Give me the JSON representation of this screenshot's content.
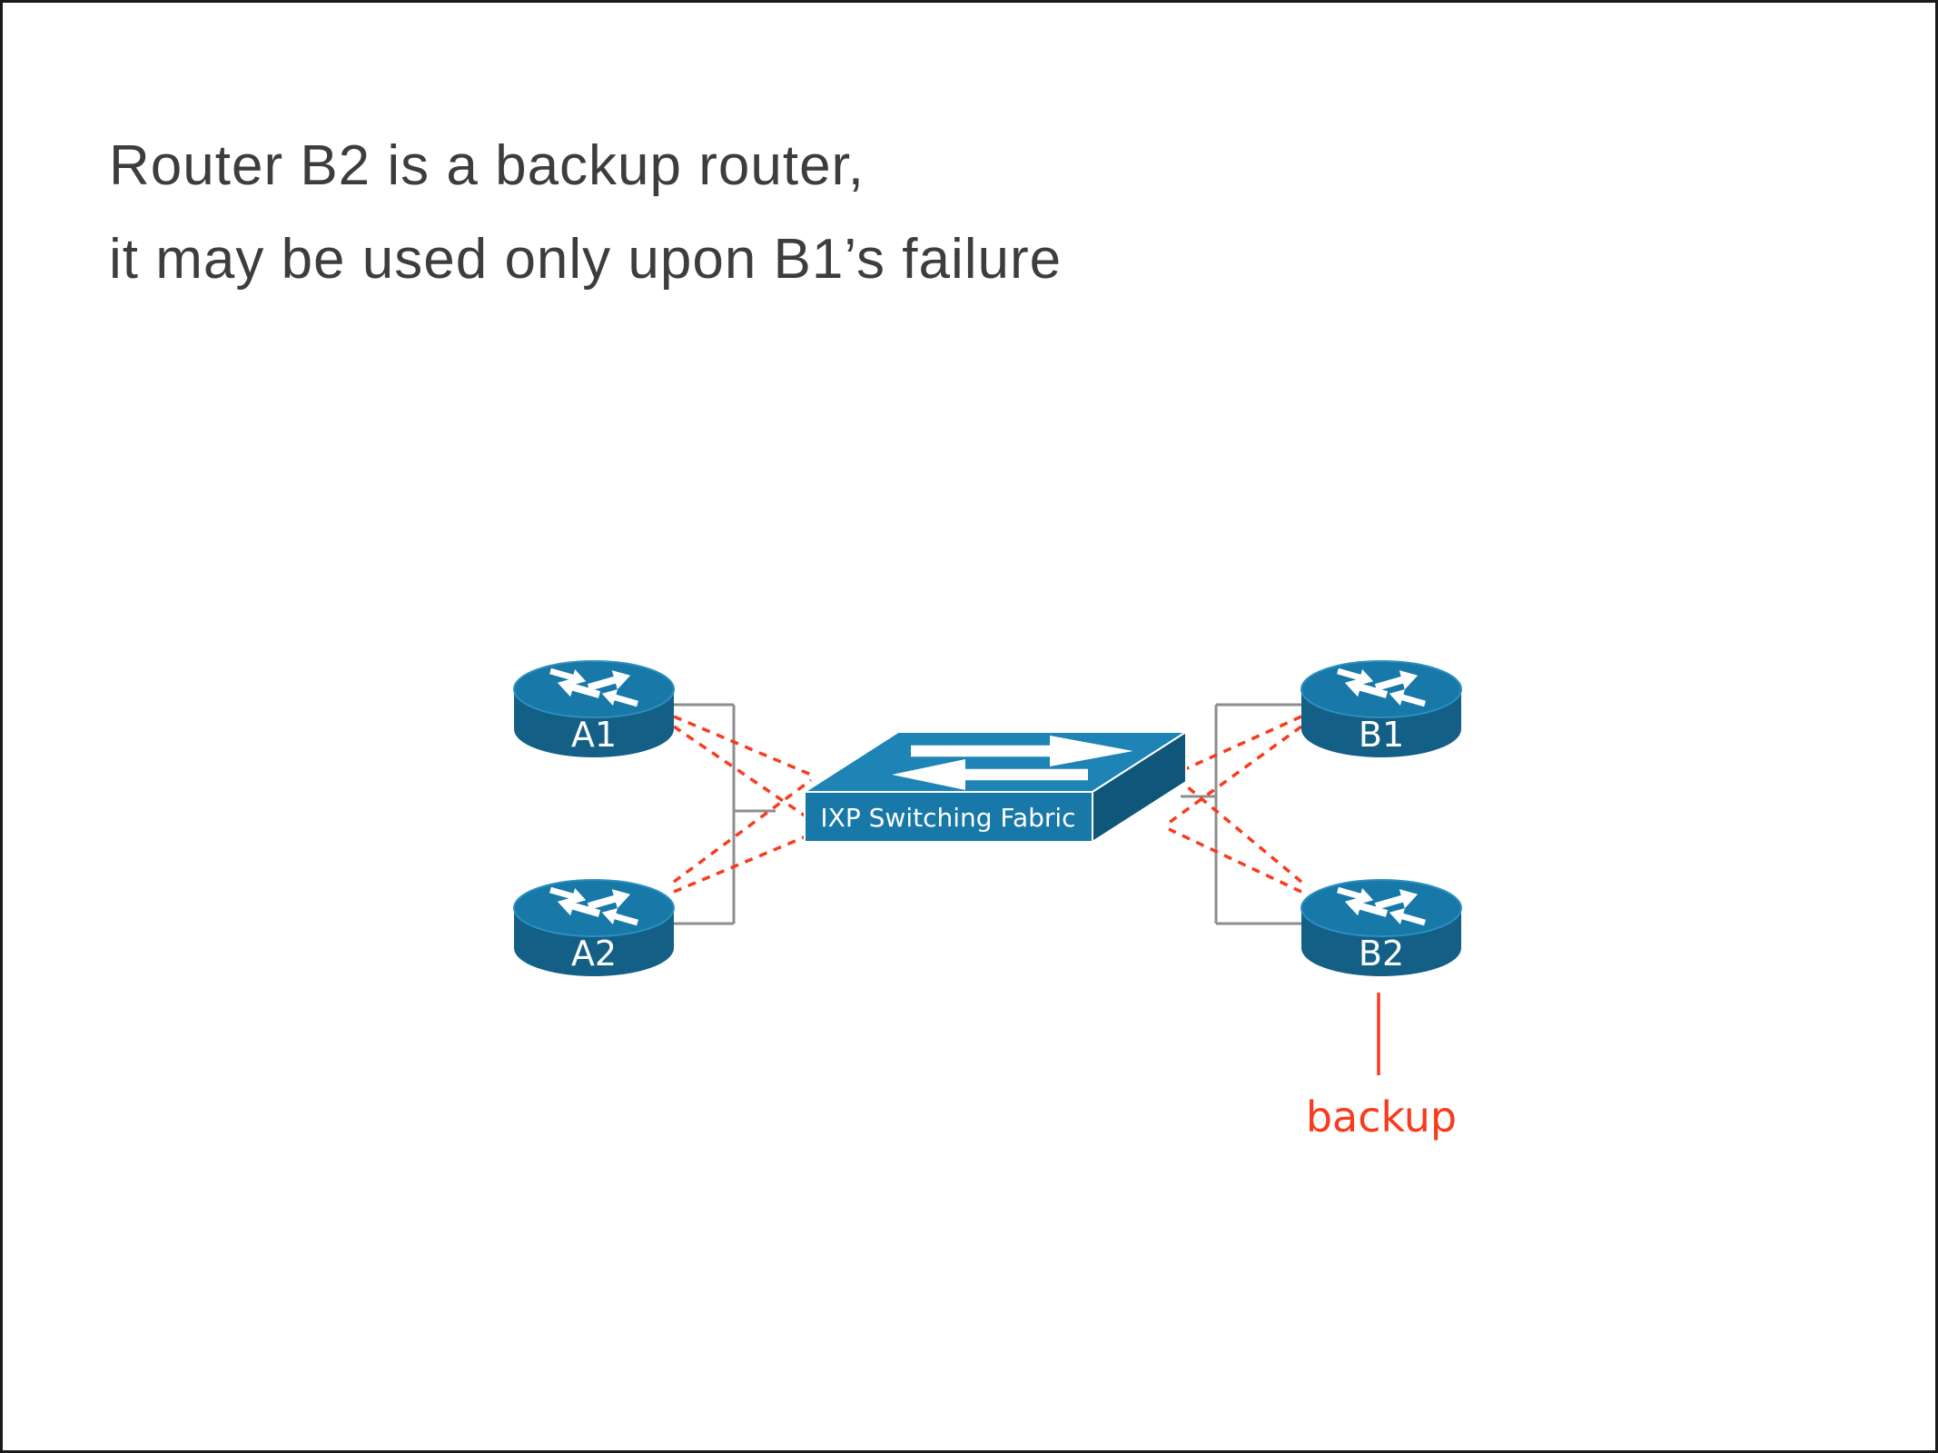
{
  "page": {
    "title_lines": [
      "Router B2 is a backup router,",
      "it may be used only upon B1’s failure"
    ]
  },
  "diagram": {
    "routers": [
      {
        "label": "A1"
      },
      {
        "label": "A2"
      },
      {
        "label": "B1"
      },
      {
        "label": "B2"
      }
    ],
    "switch": {
      "label": "IXP Switching Fabric"
    },
    "annotation": {
      "backup_label": "backup"
    },
    "colors": {
      "router_blue": "#1878a8",
      "router_blue_dark": "#135f86",
      "switch_top_blue": "#1d84b5",
      "switch_side_blue": "#10567a",
      "link_gray": "#8e8e8e",
      "highlight_red": "#f93b1d",
      "title_gray": "#3d3d3d"
    }
  }
}
